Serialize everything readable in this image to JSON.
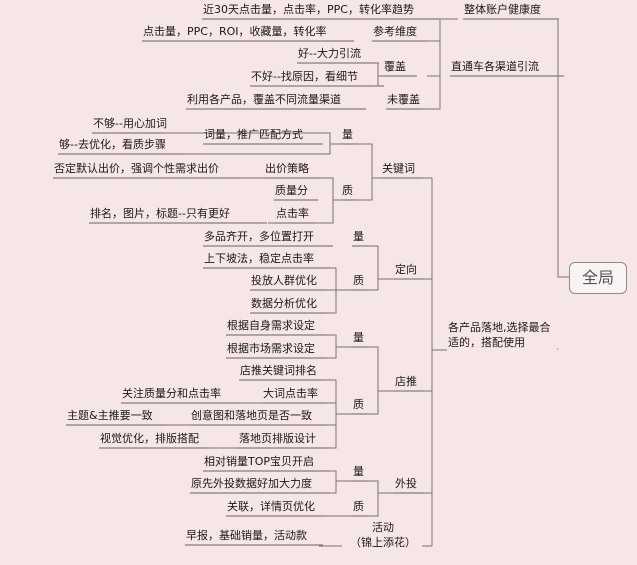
{
  "root": "全局",
  "nodes": {
    "n1": "近30天点击量，点击率，PPC，转化率趋势",
    "n2": "整体账户健康度",
    "n3": "点击量，PPC，ROI，收藏量，转化率",
    "n4": "参考维度",
    "n5": "好--大力引流",
    "n6": "不好--找原因，看细节",
    "n7": "覆盖",
    "n8": "利用各产品，覆盖不同流量渠道",
    "n9": "未覆盖",
    "n10": "直通车各渠道引流",
    "n11": "不够--用心加词",
    "n12": "够--去优化，看质步骤",
    "n13": "词量，推广匹配方式",
    "n14": "量",
    "n15": "否定默认出价，强调个性需求出价",
    "n16": "出价策略",
    "n17": "质量分",
    "n18": "排名，图片，标题--只有更好",
    "n19": "点击率",
    "n20": "质",
    "n21": "关键词",
    "n22": "多品齐开，多位置打开",
    "n23": "量",
    "n24": "上下坡法，稳定点击率",
    "n25": "投放人群优化",
    "n26": "数据分析优化",
    "n27": "质",
    "n28": "定向",
    "n29": "根据自身需求设定",
    "n30": "根据市场需求设定",
    "n31": "量",
    "n32": "店推关键词排名",
    "n33": "关注质量分和点击率",
    "n34": "大词点击率",
    "n35": "主题&主推要一致",
    "n36": "创意图和落地页是否一致",
    "n37": "视觉优化，排版搭配",
    "n38": "落地页排版设计",
    "n39": "质",
    "n40": "店推",
    "n41": "相对销量TOP宝贝开启",
    "n42": "量",
    "n43": "原先外投数据好加大力度",
    "n44": "关联，详情页优化",
    "n45": "质",
    "n46": "外投",
    "n47": "早报，基础销量，活动款",
    "n48": "活动\n（锦上添花）",
    "n49": "各产品落地,选择最合适的，搭配使用"
  }
}
